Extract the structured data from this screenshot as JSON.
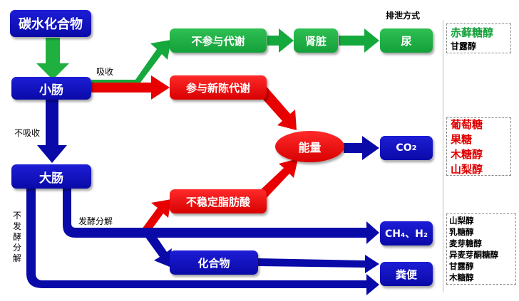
{
  "nodes": {
    "carbohydrate": "碳水化合物",
    "small_intestine": "小肠",
    "large_intestine": "大肠",
    "no_metabolism": "不参与代谢",
    "kidney": "肾脏",
    "urine": "尿",
    "participate_metabolism": "参与新陈代谢",
    "energy": "能量",
    "co2_main": "CO",
    "co2_sub": "2",
    "scfa": "不稳定脂肪酸",
    "ch4_h2": "CH₄、H₂",
    "compounds": "化合物",
    "feces": "粪便"
  },
  "labels": {
    "excretion": "排泄方式",
    "absorb": "吸收",
    "not_absorb": "不吸收",
    "ferment": "发酵分解",
    "not_ferment": [
      "不",
      "发",
      "酵",
      "分",
      "解"
    ]
  },
  "groups": {
    "green": [
      "赤藓糖醇",
      "甘露醇"
    ],
    "red": [
      "葡萄糖",
      "果糖",
      "木糖醇",
      "山梨醇"
    ],
    "black": [
      "山梨醇",
      "乳糖醇",
      "麦芽糖醇",
      "异麦芽酮糖醇",
      "甘露醇",
      "木糖醇"
    ]
  },
  "colors": {
    "blue": "#0a0aa8",
    "green": "#14a03a",
    "red": "#e00000"
  }
}
